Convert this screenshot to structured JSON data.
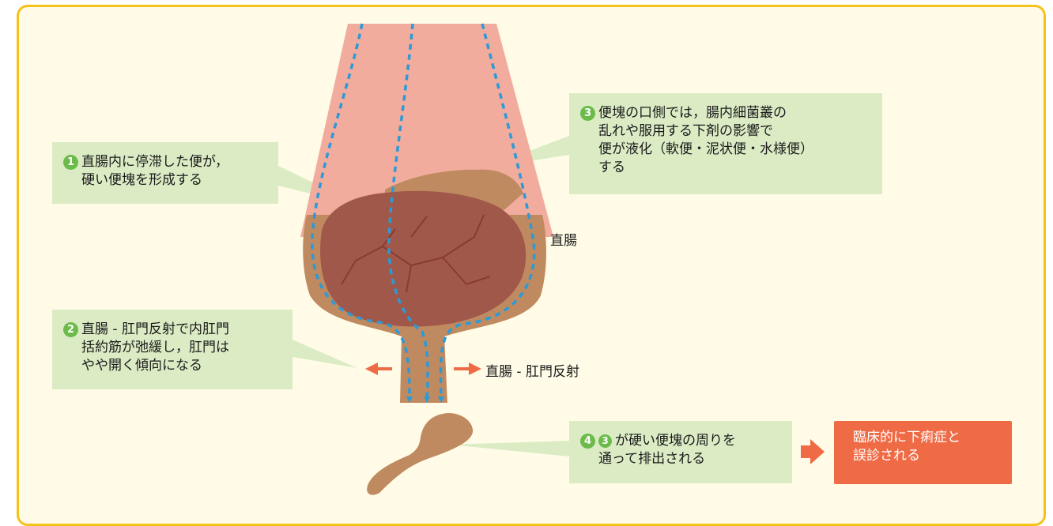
{
  "callouts": {
    "c1": {
      "number": "1",
      "lines": [
        "直腸内に停滞した便が，",
        "硬い便塊を形成する"
      ]
    },
    "c2": {
      "number": "2",
      "lines": [
        "直腸 - 肛門反射で内肛門",
        "括約筋が弛緩し，肛門は",
        "やや開く傾向になる"
      ]
    },
    "c3": {
      "number": "3",
      "lines": [
        "便塊の口側では，腸内細菌叢の",
        "乱れや服用する下剤の影響で",
        "便が液化（軟便・泥状便・水様便）",
        "する"
      ]
    },
    "c4": {
      "number": "4",
      "ref_number": "3",
      "lines": [
        "が硬い便塊の周りを",
        "通って排出される"
      ]
    }
  },
  "labels": {
    "rectum": "直腸",
    "reflex": "直腸 - 肛門反射"
  },
  "result": {
    "lines": [
      "臨床的に下痢症と",
      "誤診される"
    ]
  },
  "colors": {
    "frame_border": "#f5c21b",
    "background": "#fffbe6",
    "callout_bg": "#dbecc5",
    "number_badge": "#6cbb4a",
    "upper_colon": "#f2ac9e",
    "stool_mass": "#a0584a",
    "liquid_stool": "#c08a60",
    "flow_arrows": "#2b9ad6",
    "orange": "#ef6b46"
  }
}
